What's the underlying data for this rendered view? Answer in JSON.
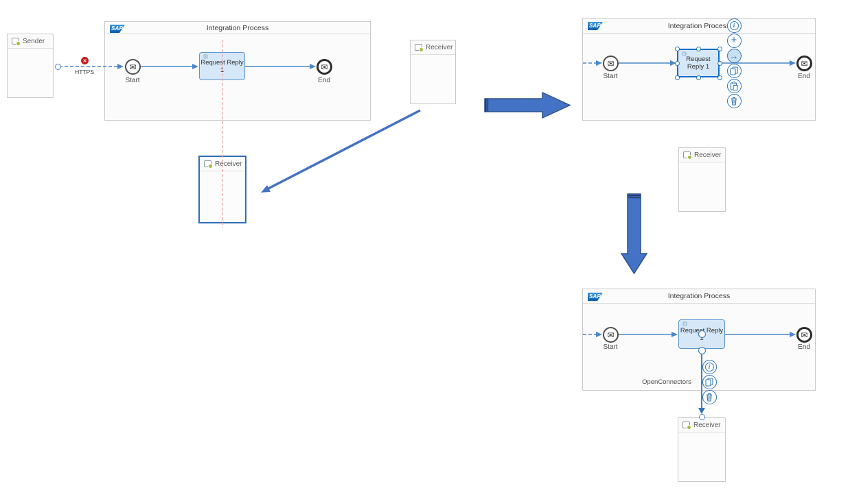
{
  "brand": {
    "sap": "SAP"
  },
  "panels": {
    "title": "Integration Process"
  },
  "labels": {
    "sender": "Sender",
    "receiver": "Receiver",
    "start": "Start",
    "end": "End",
    "request_reply": "Request Reply 1",
    "https": "HTTPS",
    "open_connectors": "OpenConnectors"
  },
  "glyphs": {
    "envelope": "✉",
    "gear": "⚙",
    "error": "✕",
    "info": "i",
    "plus": "+",
    "connect_arrow": "→"
  },
  "colors": {
    "flow_line": "#4a86c8",
    "step_fill": "#d6e8f8",
    "step_border": "#5b96cf",
    "selection_blue": "#0a6ed1",
    "menu_icon_blue": "#2e75b6",
    "annotation_arrow": "#4472c4",
    "annotation_arrow_dark": "#1f3864",
    "error_red": "#c41e1e",
    "guide_line_red": "#efa9a9",
    "panel_border": "#c8c8c8",
    "sap_blue": "#0b5cab"
  }
}
